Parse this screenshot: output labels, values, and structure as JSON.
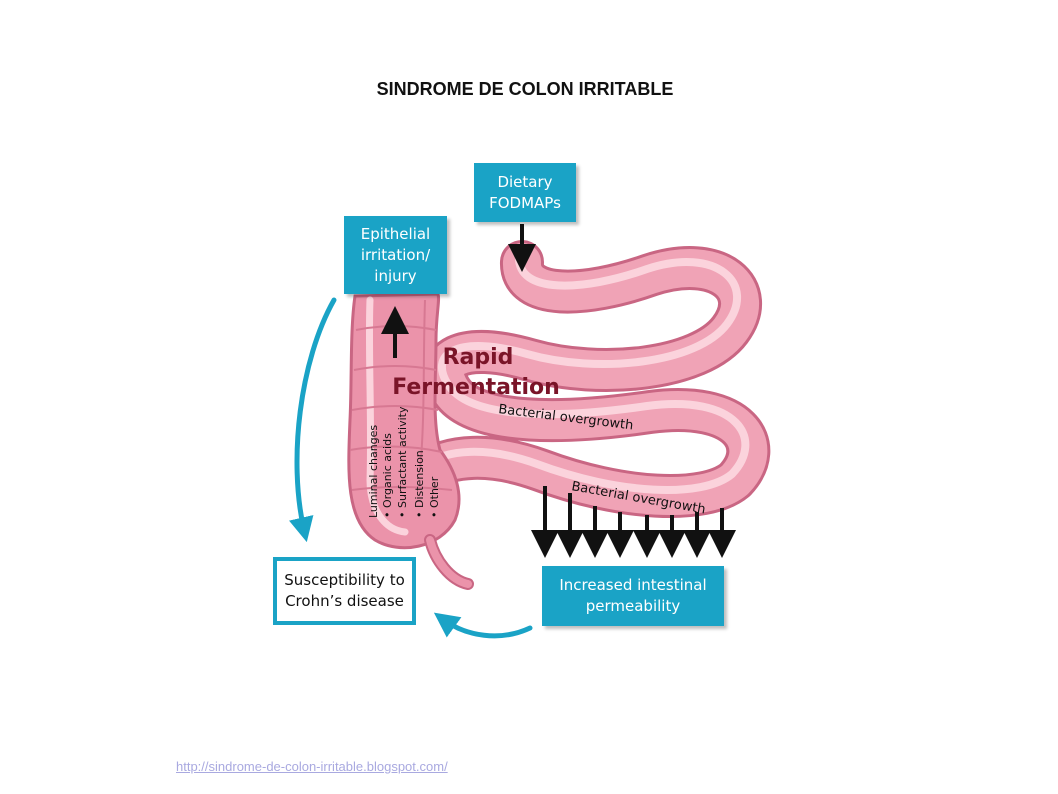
{
  "title": "SINDROME DE COLON IRRITABLE",
  "boxes": {
    "dietary": "Dietary\nFODMAPs",
    "epithelial": "Epithelial\nirritation/\ninjury",
    "permeability": "Increased intestinal\npermeability",
    "crohns": "Susceptibility to\nCrohn’s disease"
  },
  "labels": {
    "rapid": "Rapid",
    "fermentation": "Fermentation",
    "bacterial_1": "Bacterial overgrowth",
    "bacterial_2": "Bacterial overgrowth",
    "luminal": [
      "Luminal changes",
      "• Organic acids",
      "• Surfactant activity",
      "• Distension",
      "• Other"
    ]
  },
  "colors": {
    "accent": "#1aa3c6",
    "intestine": "#e8849e",
    "fermentation_text": "#7a1428"
  },
  "source_url": "http://sindrome-de-colon-irritable.blogspot.com/"
}
